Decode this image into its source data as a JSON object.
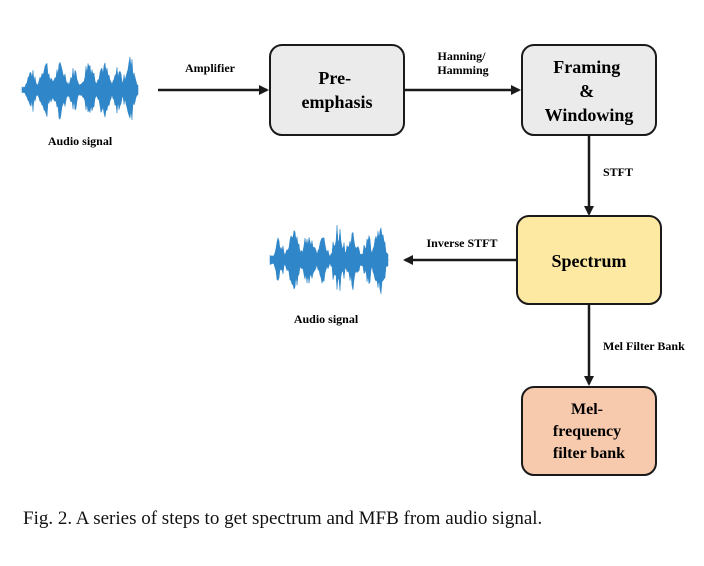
{
  "nodes": {
    "audio_in": {
      "label": "Audio signal"
    },
    "preemphasis": {
      "lines": [
        "Pre-",
        "emphasis"
      ]
    },
    "framing": {
      "lines": [
        "Framing",
        "&",
        "Windowing"
      ]
    },
    "spectrum": {
      "lines": [
        "Spectrum"
      ]
    },
    "mel": {
      "lines": [
        "Mel-",
        "frequency",
        "filter bank"
      ]
    },
    "audio_out": {
      "label": "Audio signal"
    }
  },
  "edges": {
    "amplifier": {
      "label": "Amplifier"
    },
    "window": {
      "lines": [
        "Hanning/",
        "Hamming"
      ]
    },
    "stft": {
      "label": "STFT"
    },
    "inverse": {
      "label": "Inverse STFT"
    },
    "melbank": {
      "label": "Mel Filter Bank"
    }
  },
  "colors": {
    "gray_box": "#ebebeb",
    "spectrum_box": "#fde9a1",
    "mel_box": "#f7c9ad",
    "waveform": "#2f86c8",
    "stroke": "#1a1a1a"
  },
  "caption": "Fig. 2.  A series of steps to get spectrum and MFB from audio signal."
}
